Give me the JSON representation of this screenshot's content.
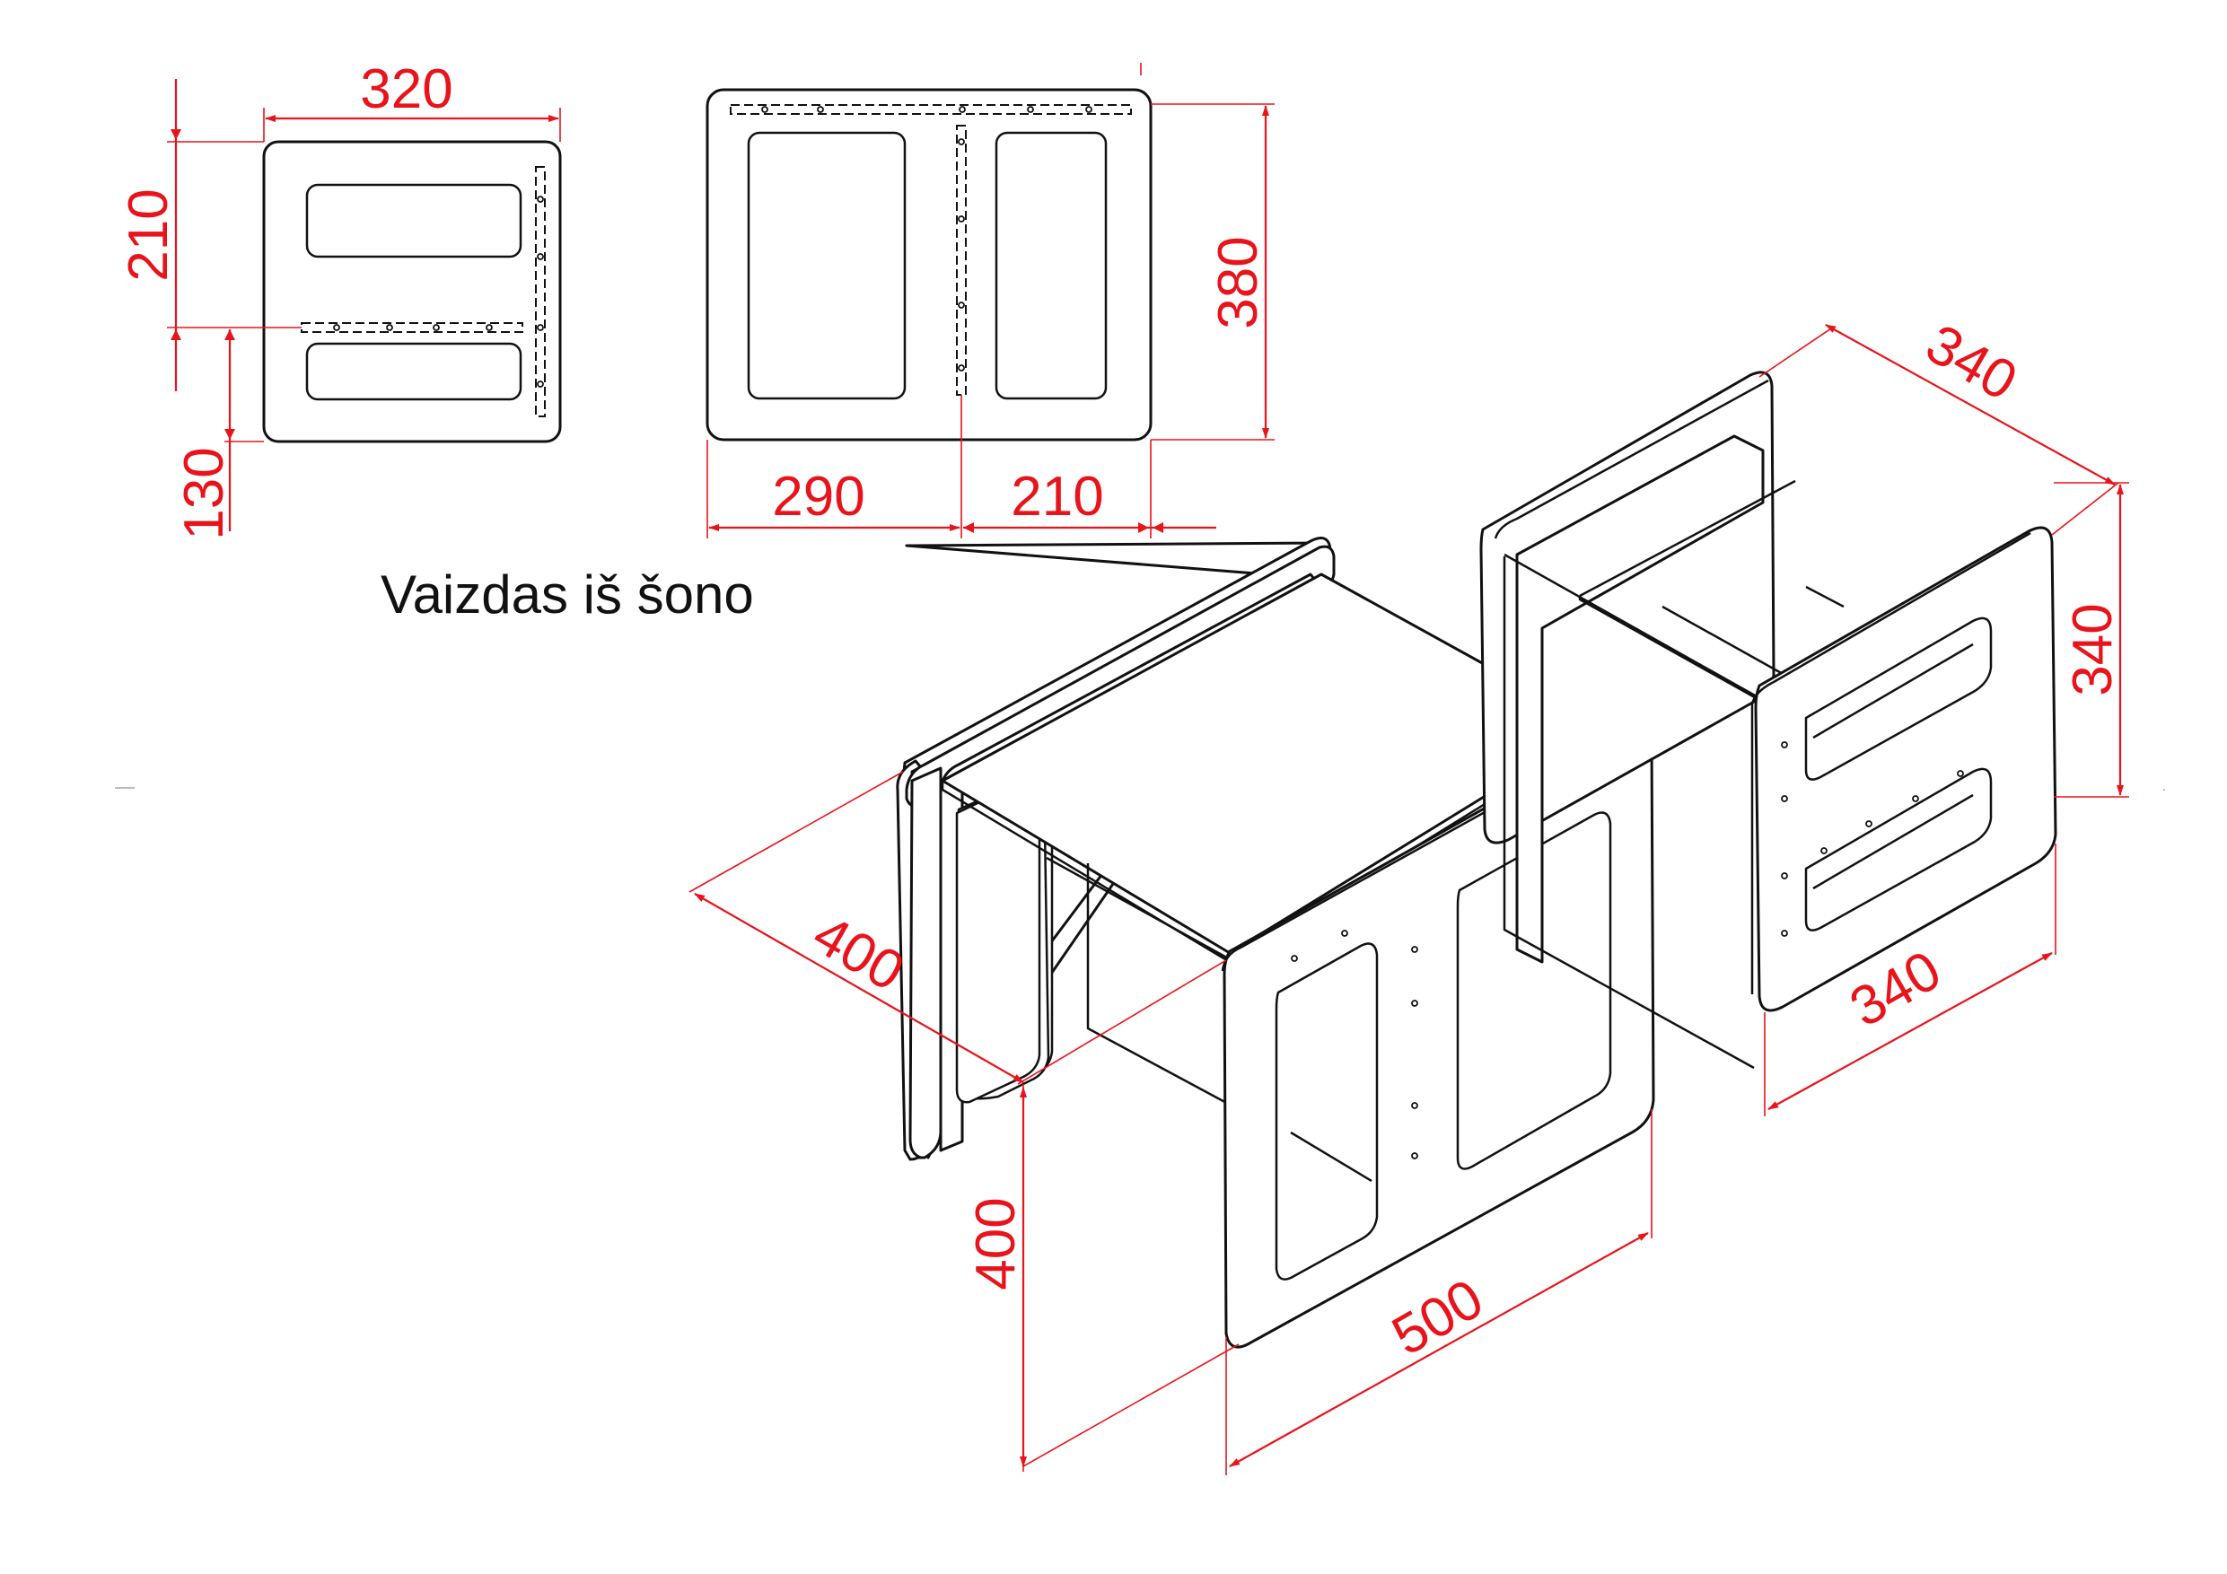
{
  "caption": "Vaizdas iš šono",
  "colors": {
    "dimension": "#e8131b",
    "outline": "#111111",
    "background": "#ffffff"
  },
  "side_view_small": {
    "dim_width": "320",
    "dim_upper_height": "210",
    "dim_lower_height": "130"
  },
  "side_view_large": {
    "dim_height": "380",
    "dim_left_width": "290",
    "dim_right_width": "210"
  },
  "table_iso": {
    "dim_depth": "400",
    "dim_height": "400",
    "dim_width": "500"
  },
  "stool_iso": {
    "dim_depth": "340",
    "dim_height": "340",
    "dim_width": "340"
  }
}
